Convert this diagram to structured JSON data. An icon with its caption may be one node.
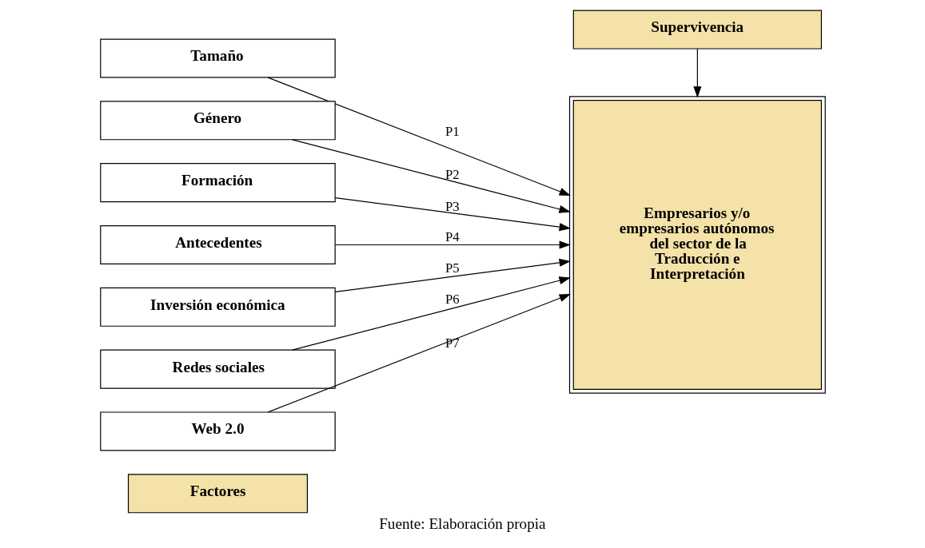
{
  "diagram": {
    "caption": "Fuente: Elaboración propia",
    "nodes": [
      {
        "text": [
          "Factores"
        ]
      },
      {
        "text": [
          "Tamaño"
        ]
      },
      {
        "text": [
          "Género"
        ]
      },
      {
        "text": [
          "Formación"
        ]
      },
      {
        "text": [
          "Antecedentes"
        ]
      },
      {
        "text": [
          "Inversión económica"
        ]
      },
      {
        "text": [
          "Redes sociales"
        ]
      },
      {
        "text": [
          "Web 2.0"
        ]
      },
      {
        "text": [
          "Empresarios y/o empresarios autónomos del sector de la Traducción e Interpretación"
        ]
      },
      {
        "text": [
          "Supervivencia"
        ]
      }
    ],
    "edges": [
      {
        "from": 1,
        "to": 8,
        "arrow": "to",
        "label": "P1"
      },
      {
        "from": 2,
        "to": 8,
        "arrow": "to",
        "label": "P2"
      },
      {
        "from": 3,
        "to": 8,
        "arrow": "to",
        "label": "P3"
      },
      {
        "from": 4,
        "to": 8,
        "arrow": "to",
        "label": "P4"
      },
      {
        "from": 5,
        "to": 8,
        "arrow": "to",
        "label": "P5"
      },
      {
        "from": 6,
        "to": 8,
        "arrow": "to",
        "label": "P6"
      },
      {
        "from": 7,
        "to": 8,
        "arrow": "to",
        "label": "P7"
      },
      {
        "from": 9,
        "to": 8,
        "arrow": "to"
      }
    ]
  }
}
